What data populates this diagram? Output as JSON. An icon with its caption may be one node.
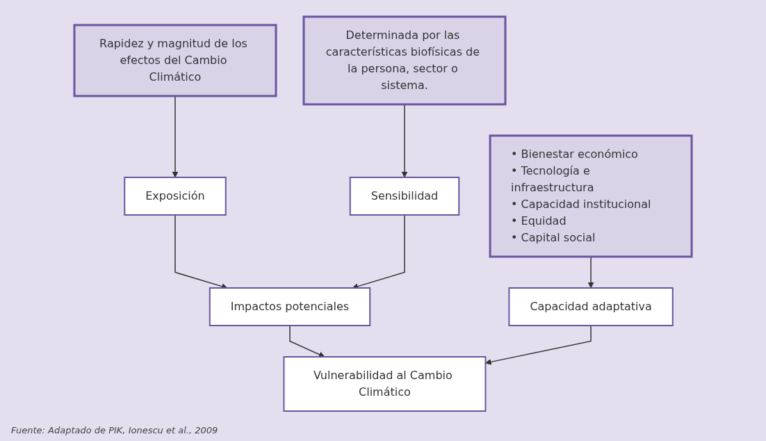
{
  "diagram": {
    "caption": "Fuente: Adaptado de PIK, Ionescu et al., 2009",
    "nodes": [
      {
        "text": [
          "Rapidez y magnitud de los efectos del Cambio Climático"
        ]
      },
      {
        "text": [
          "Determinada por las características biofísicas de la persona, sector o sistema."
        ]
      },
      {
        "text": [
          "Exposición"
        ]
      },
      {
        "text": [
          "Sensibilidad"
        ]
      },
      {
        "text": [
          "• Bienestar económico",
          "• Tecnología e infraestructura",
          "• Capacidad institucional",
          "• Equidad",
          "• Capital social"
        ]
      },
      {
        "text": [
          "Impactos potenciales"
        ]
      },
      {
        "text": [
          "Capacidad adaptativa"
        ]
      },
      {
        "text": [
          "Vulnerabilidad al Cambio Climático"
        ]
      }
    ],
    "edges": [
      {
        "from": 0,
        "to": 2,
        "arrow": "to"
      },
      {
        "from": 1,
        "to": 3,
        "arrow": "to"
      },
      {
        "from": 2,
        "to": 5,
        "arrow": "to"
      },
      {
        "from": 3,
        "to": 5,
        "arrow": "to"
      },
      {
        "from": 4,
        "to": 6,
        "arrow": "to"
      },
      {
        "from": 5,
        "to": 7,
        "arrow": "to"
      },
      {
        "from": 6,
        "to": 7,
        "arrow": "to"
      }
    ]
  }
}
